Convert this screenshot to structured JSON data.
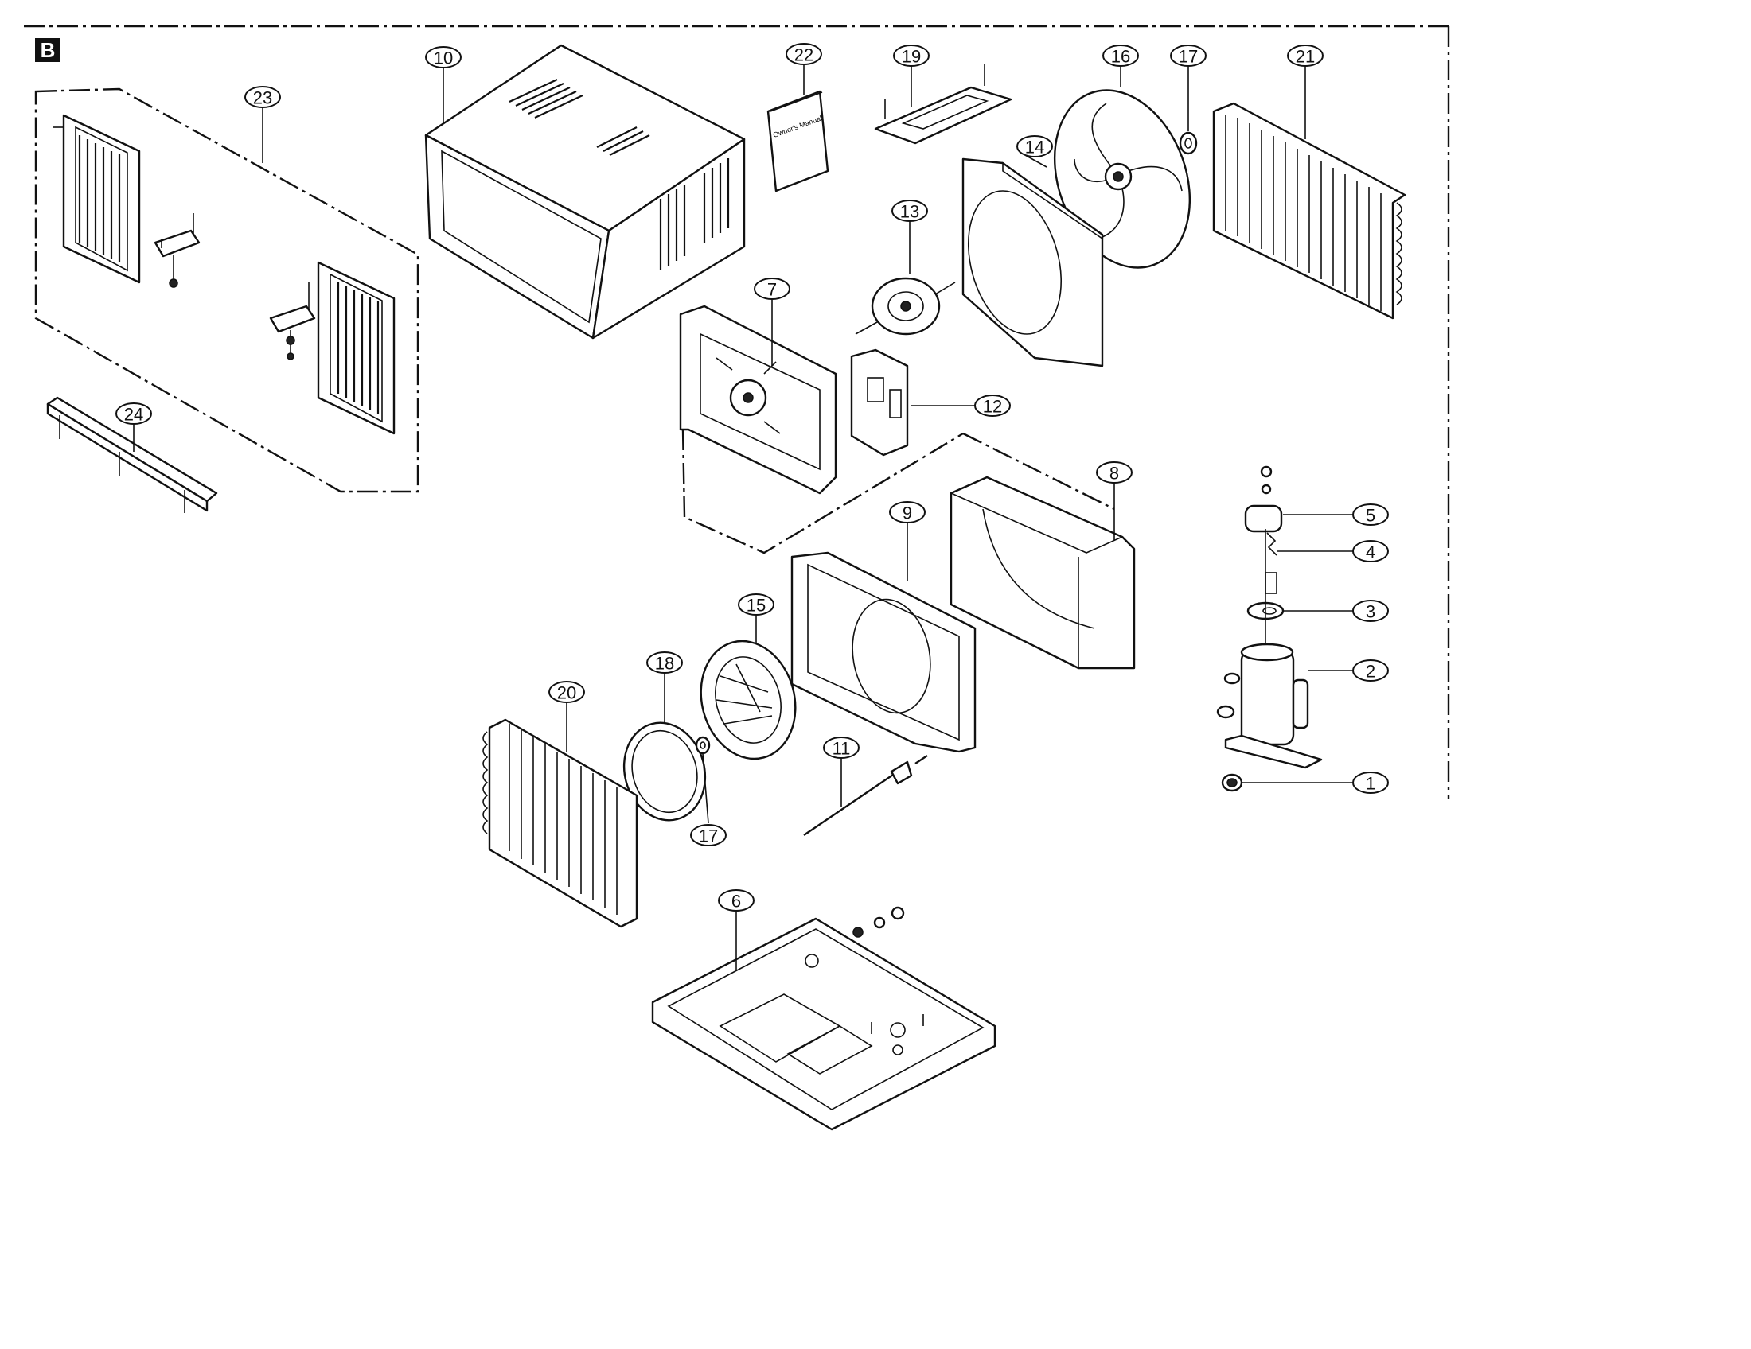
{
  "section": "B",
  "manual_text": "Owner's Manual",
  "parts": [
    {
      "id": "p1",
      "label": "1"
    },
    {
      "id": "p2",
      "label": "2"
    },
    {
      "id": "p3",
      "label": "3"
    },
    {
      "id": "p4",
      "label": "4"
    },
    {
      "id": "p5",
      "label": "5"
    },
    {
      "id": "p6",
      "label": "6"
    },
    {
      "id": "p7",
      "label": "7"
    },
    {
      "id": "p8",
      "label": "8"
    },
    {
      "id": "p9",
      "label": "9"
    },
    {
      "id": "p10",
      "label": "10"
    },
    {
      "id": "p11",
      "label": "11"
    },
    {
      "id": "p12",
      "label": "12"
    },
    {
      "id": "p13",
      "label": "13"
    },
    {
      "id": "p14",
      "label": "14"
    },
    {
      "id": "p15",
      "label": "15"
    },
    {
      "id": "p16",
      "label": "16"
    },
    {
      "id": "p17a",
      "label": "17"
    },
    {
      "id": "p17b",
      "label": "17"
    },
    {
      "id": "p18",
      "label": "18"
    },
    {
      "id": "p19",
      "label": "19"
    },
    {
      "id": "p20",
      "label": "20"
    },
    {
      "id": "p21",
      "label": "21"
    },
    {
      "id": "p22",
      "label": "22"
    },
    {
      "id": "p23",
      "label": "23"
    },
    {
      "id": "p24",
      "label": "24"
    }
  ]
}
